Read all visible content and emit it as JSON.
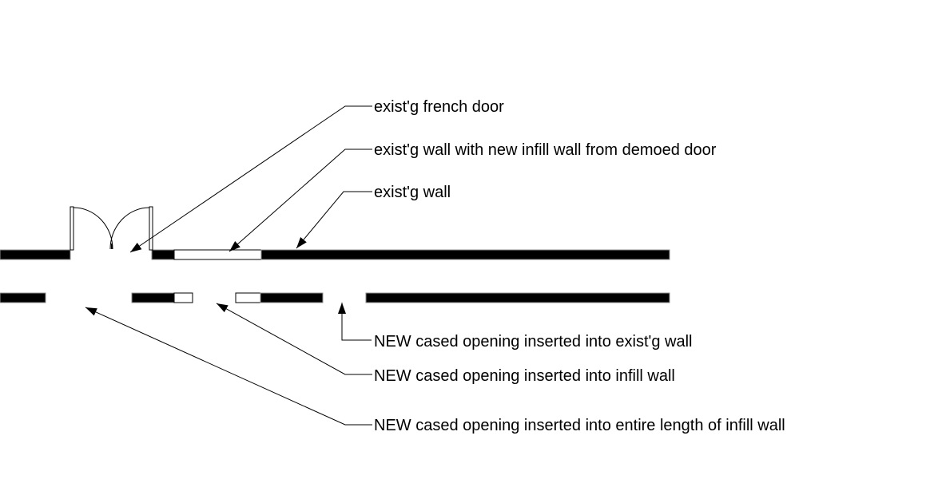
{
  "canvas": {
    "background_color": "#ffffff",
    "line_color": "#000000",
    "wall_fill_color": "#000000",
    "infill_fill_color": "#ffffff"
  },
  "annotations": {
    "french_door": "exist'g french door",
    "infill_wall": "exist'g wall with new infill wall from demoed door",
    "existing_wall": "exist'g wall",
    "opening_existing_wall": "NEW cased opening inserted into exist'g wall",
    "opening_infill_wall": "NEW cased opening inserted into infill wall",
    "opening_entire_infill": "NEW cased opening inserted into entire length of infill wall"
  }
}
